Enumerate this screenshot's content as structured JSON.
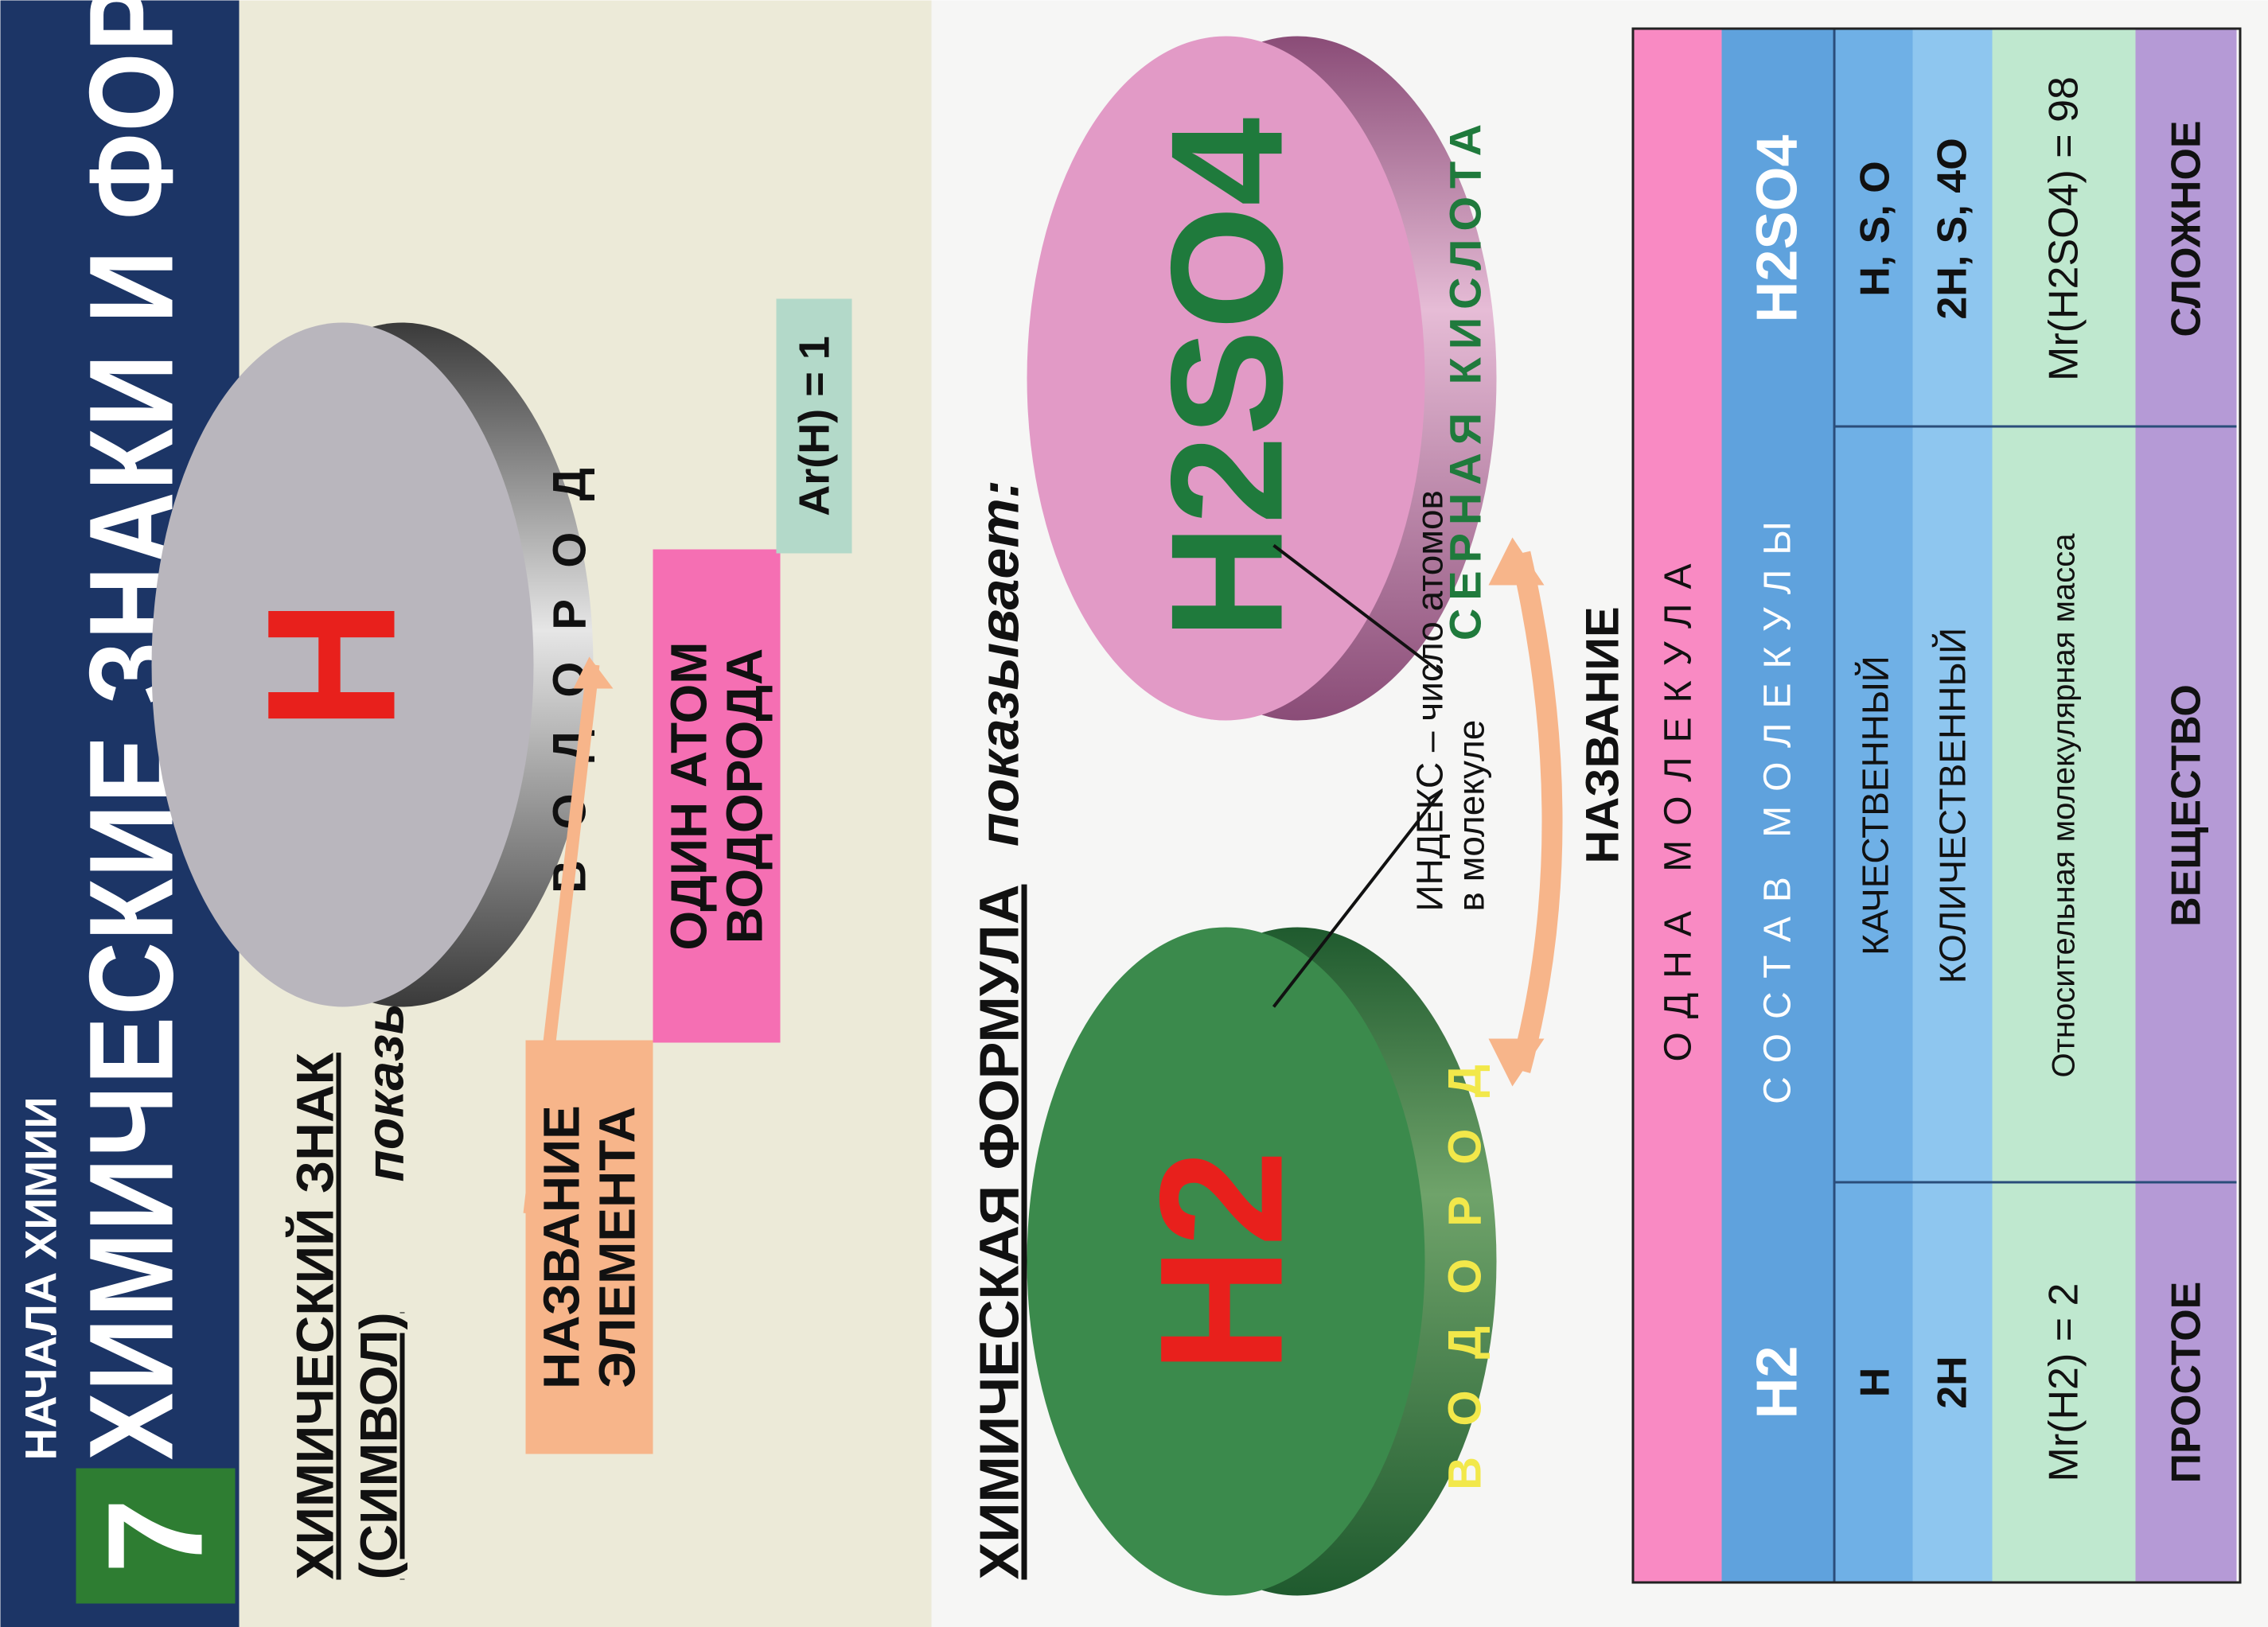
{
  "header": {
    "number": "7",
    "series": "НАЧАЛА ХИМИИ",
    "title": "ХИМИЧЕСКИЕ ЗНАКИ И ФОРМУЛЫ"
  },
  "symbol_section": {
    "title_line1": "ХИМИЧЕСКИЙ ЗНАК",
    "title_line2": "(СИМВОЛ)",
    "shows": "показывает:",
    "disc_symbol": "H",
    "disc_edge_text": "ВОДОРОД",
    "label_name": "НАЗВАНИЕ ЭЛЕМЕНТА",
    "label_one_atom": "ОДИН АТОМ ВОДОРОДА",
    "label_ar": "Ar(H) = 1"
  },
  "formula_section": {
    "title": "ХИМИЧЕСКАЯ ФОРМУЛА",
    "shows": "показывает:",
    "h2_disc_text": "H2",
    "h2_edge_text": "ВОДОРОД",
    "h2so4_disc_text": "H2SO4",
    "h2so4_edge_text": "СЕРНАЯ КИСЛОТА",
    "index_label": "ИНДЕКС – число атомов в молекуле",
    "name_label": "НАЗВАНИЕ"
  },
  "table": {
    "row1": "ОДНА МОЛЕКУЛА",
    "row2": {
      "left": "H2",
      "center": "СОСТАВ МОЛЕКУЛЫ",
      "right": "H2SO4"
    },
    "row3": {
      "left": "H",
      "center": "КАЧЕСТВЕННЫЙ",
      "right": "H, S, O"
    },
    "row4": {
      "left": "2H",
      "center": "КОЛИЧЕСТВЕННЫЙ",
      "right": "2H, S, 4O"
    },
    "row5": {
      "left": "Mr(H2) = 2",
      "center": "Относительная молекулярная масса",
      "right": "Mr(H2SO4) = 98"
    },
    "row6": {
      "left": "ПРОСТОЕ",
      "center": "ВЕЩЕСТВО",
      "right": "СЛОЖНОЕ"
    }
  }
}
